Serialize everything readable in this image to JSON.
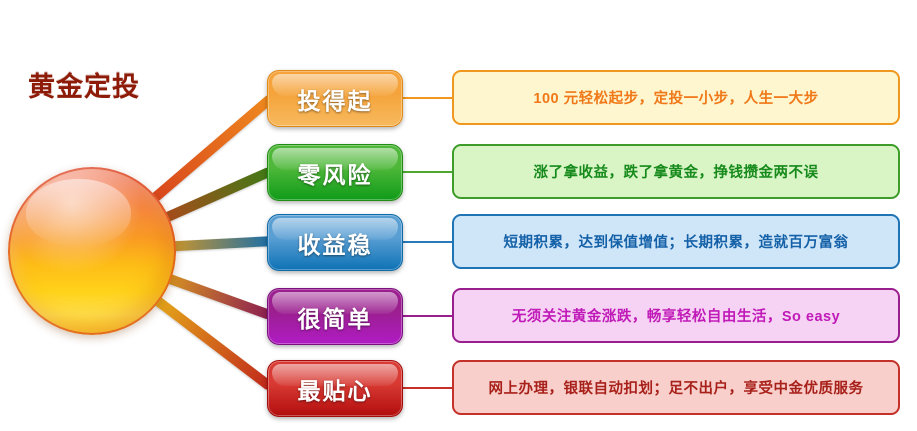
{
  "diagram": {
    "hub": {
      "label": "黄金定投",
      "text_color": "#8d1b07",
      "gradient_top": "#f4876b",
      "gradient_bottom": "#ffd21a"
    },
    "branches": [
      {
        "key": "affordable",
        "pill_label": "投得起",
        "description": "100 元轻松起步，定投一小步，人生一大步",
        "pill_color_top": "#f5a33a",
        "pill_color_bottom": "#f7b95e",
        "pill_border": "#e08a16",
        "desc_bg": "#fdf6cf",
        "desc_border": "#f0971f",
        "desc_text_color": "#f07818",
        "link_color": "#f0971f",
        "spoke_from": "#d6401c",
        "spoke_to": "#ef8a1e"
      },
      {
        "key": "zero-risk",
        "pill_label": "零风险",
        "description": "涨了拿收益，跌了拿黄金，挣钱攒金两不误",
        "pill_color_top": "#4fb83a",
        "pill_color_bottom": "#0f9b18",
        "pill_border": "#1f8d12",
        "desc_bg": "#d9f5c6",
        "desc_border": "#3d9c2a",
        "desc_text_color": "#168a1a",
        "link_color": "#4da832",
        "spoke_from": "#b4471c",
        "spoke_to": "#3f7a16"
      },
      {
        "key": "stable-return",
        "pill_label": "收益稳",
        "description": "短期积累，达到保值增值；长期积累，造就百万富翁",
        "pill_color_top": "#5a9fd4",
        "pill_color_bottom": "#0e72b5",
        "pill_border": "#0e6ba8",
        "desc_bg": "#cfe5f8",
        "desc_border": "#1f74b5",
        "desc_text_color": "#1461a8",
        "link_color": "#2a79b8",
        "spoke_from": "#e09a1c",
        "spoke_to": "#1b6ea8"
      },
      {
        "key": "very-simple",
        "pill_label": "很简单",
        "description": "无须关注黄金涨跌，畅享轻松自由生活，So easy",
        "pill_color_top": "#9b1f8f",
        "pill_color_bottom": "#b01bc4",
        "pill_border": "#7d1080",
        "desc_bg": "#f6d3f4",
        "desc_border": "#9a1f8e",
        "desc_text_color": "#c01ab8",
        "link_color": "#9a1f8e",
        "spoke_from": "#e0a01c",
        "spoke_to": "#8a1c52"
      },
      {
        "key": "most-caring",
        "pill_label": "最贴心",
        "description": "网上办理，银联自动扣划；足不出户，享受中金优质服务",
        "pill_color_top": "#d93b34",
        "pill_color_bottom": "#b20d0d",
        "pill_border": "#a50c0c",
        "desc_bg": "#f8cfcb",
        "desc_border": "#c43129",
        "desc_text_color": "#a8201a",
        "link_color": "#c43129",
        "spoke_from": "#e8b41a",
        "spoke_to": "#c0271c"
      }
    ]
  }
}
